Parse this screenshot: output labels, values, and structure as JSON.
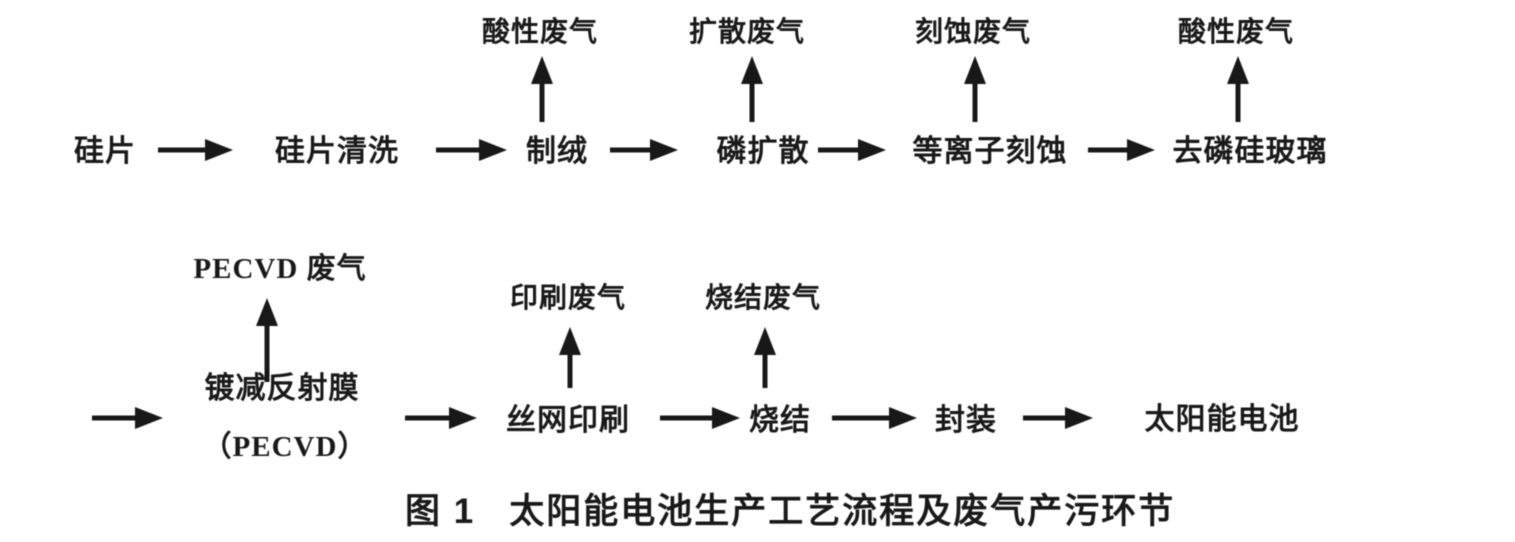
{
  "figure": {
    "caption": {
      "label": "图 1",
      "title": "太阳能电池生产工艺流程及废气产污环节"
    },
    "colors": {
      "background": "#fdfdfd",
      "ink": "#1a1a1a"
    },
    "row1": {
      "nodes": [
        {
          "label": "硅片"
        },
        {
          "label": "硅片清洗"
        },
        {
          "label": "制绒",
          "emission": "酸性废气"
        },
        {
          "label": "磷扩散",
          "emission": "扩散废气"
        },
        {
          "label": "等离子刻蚀",
          "emission": "刻蚀废气"
        },
        {
          "label": "去磷硅玻璃",
          "emission": "酸性废气"
        }
      ]
    },
    "row2": {
      "nodes": [
        {
          "label": "镀减反射膜",
          "label2": "（PECVD）",
          "emission": "PECVD 废气"
        },
        {
          "label": "丝网印刷",
          "emission": "印刷废气"
        },
        {
          "label": "烧结",
          "emission": "烧结废气"
        },
        {
          "label": "封装"
        },
        {
          "label": "太阳能电池"
        }
      ]
    }
  }
}
